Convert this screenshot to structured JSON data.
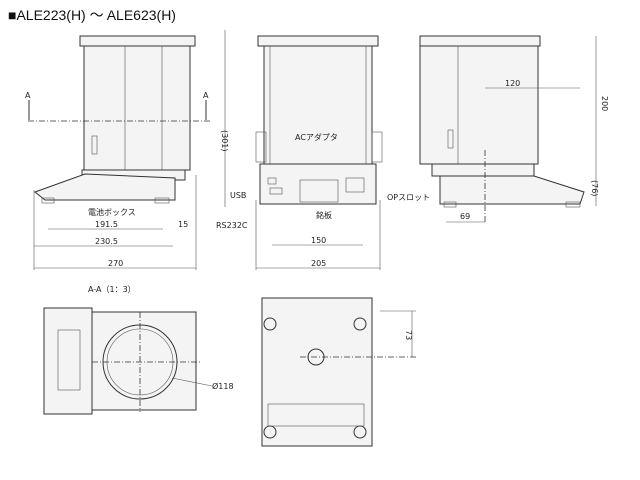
{
  "title": "■ALE223(H) ～ ALE623(H)",
  "front_view": {
    "section_mark_left": "A",
    "section_mark_right": "A",
    "height_dim": "(301)",
    "battery_box": "電池ボックス",
    "dim_191_5": "191.5",
    "dim_15": "15",
    "dim_230_5": "230.5",
    "dim_270": "270"
  },
  "rear_view": {
    "usb": "USB",
    "rs232c": "RS232C",
    "ac_adapter": "ACアダプタ",
    "nameplate": "銘板",
    "op_slot": "OPスロット",
    "dim_150": "150",
    "dim_205": "205"
  },
  "side_view": {
    "dim_120": "120",
    "dim_200": "200",
    "dim_76": "(76)",
    "dim_69": "69"
  },
  "section_view": {
    "label": "A-A（1：3）",
    "diameter": "Ø118"
  },
  "bottom_view": {
    "dim_73": "73"
  }
}
